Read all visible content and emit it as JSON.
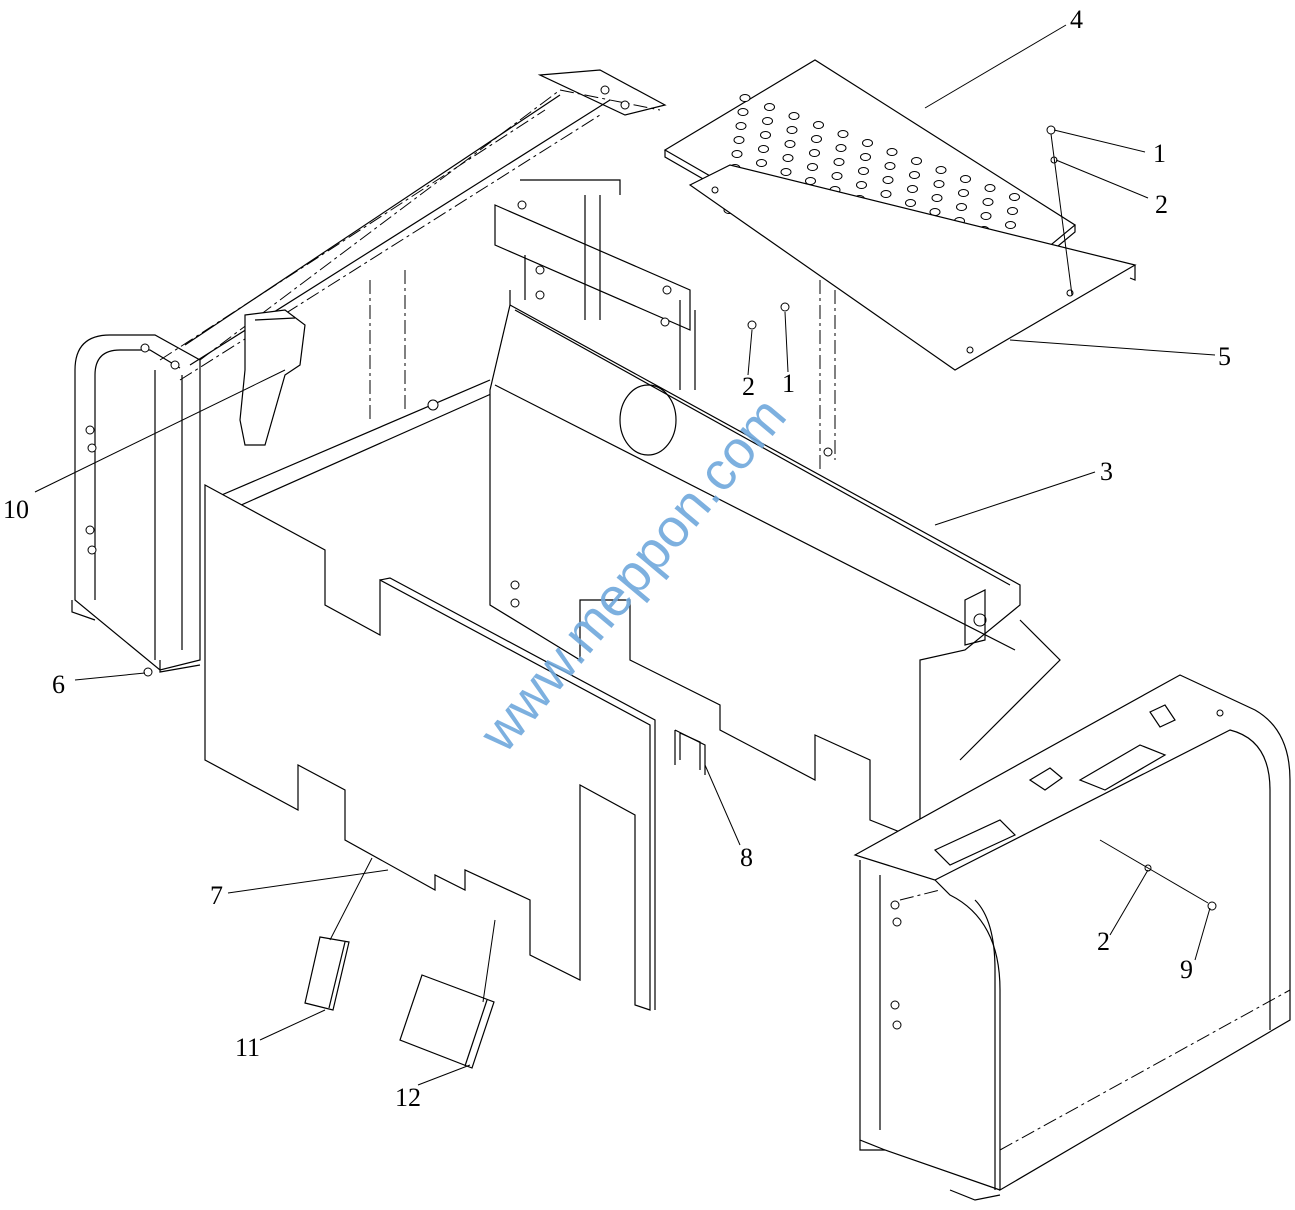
{
  "diagram": {
    "type": "exploded-parts-drawing",
    "callouts": [
      {
        "id": "c4",
        "label": "4"
      },
      {
        "id": "c1a",
        "label": "1"
      },
      {
        "id": "c2a",
        "label": "2"
      },
      {
        "id": "c5",
        "label": "5"
      },
      {
        "id": "c2b",
        "label": "2"
      },
      {
        "id": "c1b",
        "label": "1"
      },
      {
        "id": "c3",
        "label": "3"
      },
      {
        "id": "c10",
        "label": "10"
      },
      {
        "id": "c6",
        "label": "6"
      },
      {
        "id": "c8",
        "label": "8"
      },
      {
        "id": "c7",
        "label": "7"
      },
      {
        "id": "c2c",
        "label": "2"
      },
      {
        "id": "c9",
        "label": "9"
      },
      {
        "id": "c11",
        "label": "11"
      },
      {
        "id": "c12",
        "label": "12"
      }
    ],
    "watermark": "www.meppon.com",
    "colors": {
      "line": "#000000",
      "watermark": "#6fa8dc",
      "background": "#ffffff"
    }
  }
}
